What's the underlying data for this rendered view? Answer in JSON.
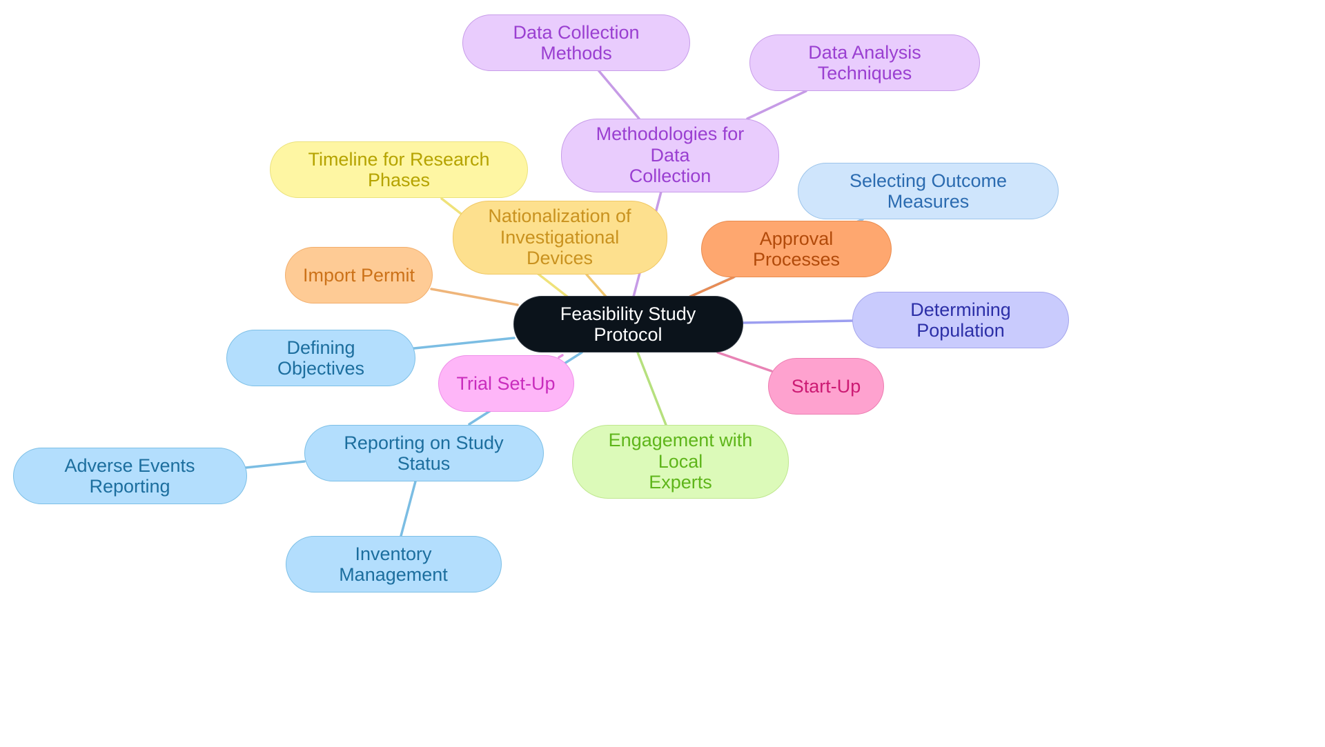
{
  "palette": {
    "root": {
      "fill": "#0b131b",
      "stroke": "#2e3640",
      "text": "#ffffff"
    },
    "blue": {
      "fill": "#b3defd",
      "stroke": "#7cbfe6",
      "text": "#1c6e9e",
      "edge": "#7bbde3"
    },
    "lightblue": {
      "fill": "#cfe5fc",
      "stroke": "#9cc4ea",
      "text": "#2b6bb0",
      "edge": "#9cc4ea"
    },
    "purple": {
      "fill": "#e9ccfd",
      "stroke": "#c79ce9",
      "text": "#9a3fd1",
      "edge": "#c69be6"
    },
    "yellow": {
      "fill": "#fef6a3",
      "stroke": "#ebe27c",
      "text": "#b5a300",
      "edge": "#efe27a"
    },
    "gold": {
      "fill": "#fde08e",
      "stroke": "#f0c865",
      "text": "#c9921f",
      "edge": "#f0c770"
    },
    "peach": {
      "fill": "#fecb95",
      "stroke": "#f2ae6c",
      "text": "#cc7219",
      "edge": "#efb57a"
    },
    "orange": {
      "fill": "#fea76f",
      "stroke": "#e98b4e",
      "text": "#b24a0a",
      "edge": "#e88c55"
    },
    "indigo": {
      "fill": "#c9cbfd",
      "stroke": "#a4a5ec",
      "text": "#2c2fa7",
      "edge": "#9c9ef0"
    },
    "pink": {
      "fill": "#fea2cf",
      "stroke": "#ec7db1",
      "text": "#cc1a73",
      "edge": "#e883b5"
    },
    "magenta": {
      "fill": "#feb6f8",
      "stroke": "#ee8ee8",
      "text": "#c92dbd",
      "edge": "#e88fe3"
    },
    "green": {
      "fill": "#dcfab9",
      "stroke": "#bfe78f",
      "text": "#5eb51a",
      "edge": "#b6e07e"
    }
  },
  "nodes": [
    {
      "id": "root",
      "label": "Feasibility Study Protocol",
      "color": "root"
    },
    {
      "id": "data-collection-methods",
      "label": "Data Collection Methods",
      "color": "purple"
    },
    {
      "id": "data-analysis-techniques",
      "label": "Data Analysis Techniques",
      "color": "purple"
    },
    {
      "id": "methodologies-data-collection",
      "label": "Methodologies for Data\nCollection",
      "color": "purple"
    },
    {
      "id": "timeline-research-phases",
      "label": "Timeline for Research Phases",
      "color": "yellow"
    },
    {
      "id": "selecting-outcome-measures",
      "label": "Selecting Outcome Measures",
      "color": "lightblue"
    },
    {
      "id": "nationalization-devices",
      "label": "Nationalization of\nInvestigational Devices",
      "color": "gold"
    },
    {
      "id": "approval-processes",
      "label": "Approval Processes",
      "color": "orange"
    },
    {
      "id": "import-permit",
      "label": "Import Permit",
      "color": "peach"
    },
    {
      "id": "determining-population",
      "label": "Determining Population",
      "color": "indigo"
    },
    {
      "id": "defining-objectives",
      "label": "Defining Objectives",
      "color": "blue"
    },
    {
      "id": "trial-set-up",
      "label": "Trial Set-Up",
      "color": "magenta"
    },
    {
      "id": "start-up",
      "label": "Start-Up",
      "color": "pink"
    },
    {
      "id": "reporting-study-status",
      "label": "Reporting on Study Status",
      "color": "blue"
    },
    {
      "id": "adverse-events-reporting",
      "label": "Adverse Events Reporting",
      "color": "blue"
    },
    {
      "id": "engagement-local-experts",
      "label": "Engagement with Local\nExperts",
      "color": "green"
    },
    {
      "id": "inventory-management",
      "label": "Inventory Management",
      "color": "blue"
    }
  ],
  "edges": [
    {
      "from": "root",
      "to": "methodologies-data-collection",
      "color": "purple"
    },
    {
      "from": "methodologies-data-collection",
      "to": "data-collection-methods",
      "color": "purple"
    },
    {
      "from": "methodologies-data-collection",
      "to": "data-analysis-techniques",
      "color": "purple"
    },
    {
      "from": "root",
      "to": "timeline-research-phases",
      "color": "yellow"
    },
    {
      "from": "root",
      "to": "nationalization-devices",
      "color": "gold"
    },
    {
      "from": "root",
      "to": "selecting-outcome-measures",
      "color": "lightblue"
    },
    {
      "from": "root",
      "to": "approval-processes",
      "color": "orange"
    },
    {
      "from": "root",
      "to": "import-permit",
      "color": "peach"
    },
    {
      "from": "root",
      "to": "determining-population",
      "color": "indigo"
    },
    {
      "from": "root",
      "to": "defining-objectives",
      "color": "blue"
    },
    {
      "from": "root",
      "to": "trial-set-up",
      "color": "magenta"
    },
    {
      "from": "root",
      "to": "start-up",
      "color": "pink"
    },
    {
      "from": "root",
      "to": "reporting-study-status",
      "color": "blue"
    },
    {
      "from": "reporting-study-status",
      "to": "adverse-events-reporting",
      "color": "blue"
    },
    {
      "from": "reporting-study-status",
      "to": "inventory-management",
      "color": "blue"
    },
    {
      "from": "root",
      "to": "engagement-local-experts",
      "color": "green"
    }
  ]
}
